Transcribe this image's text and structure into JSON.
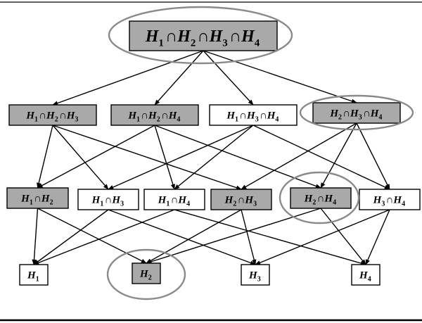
{
  "diagram": {
    "nodes": [
      {
        "id": "h1234",
        "label": "H1∩ H2∩ H3∩ H4",
        "parts": [
          [
            "H",
            "1"
          ],
          [
            "H",
            "2"
          ],
          [
            "H",
            "3"
          ],
          [
            "H",
            "4"
          ]
        ],
        "shaded": true,
        "circled": true
      },
      {
        "id": "h123",
        "label": "H1∩ H2∩H3",
        "parts": [
          [
            "H",
            "1"
          ],
          [
            "H",
            "2"
          ],
          [
            "H",
            "3"
          ]
        ],
        "shaded": true,
        "circled": false
      },
      {
        "id": "h124",
        "label": "H1∩ H2∩H4",
        "parts": [
          [
            "H",
            "1"
          ],
          [
            "H",
            "2"
          ],
          [
            "H",
            "4"
          ]
        ],
        "shaded": true,
        "circled": false
      },
      {
        "id": "h134",
        "label": "H1∩ H3∩H4",
        "parts": [
          [
            "H",
            "1"
          ],
          [
            "H",
            "3"
          ],
          [
            "H",
            "4"
          ]
        ],
        "shaded": false,
        "circled": false
      },
      {
        "id": "h234",
        "label": "H2∩ H3∩H4",
        "parts": [
          [
            "H",
            "2"
          ],
          [
            "H",
            "3"
          ],
          [
            "H",
            "4"
          ]
        ],
        "shaded": true,
        "circled": true
      },
      {
        "id": "h12",
        "label": "H1∩H2",
        "parts": [
          [
            "H",
            "1"
          ],
          [
            "H",
            "2"
          ]
        ],
        "shaded": true,
        "circled": false
      },
      {
        "id": "h13",
        "label": "H1∩ H3",
        "parts": [
          [
            "H",
            "1"
          ],
          [
            "H",
            "3"
          ]
        ],
        "shaded": false,
        "circled": false
      },
      {
        "id": "h14",
        "label": "H1∩H4",
        "parts": [
          [
            "H",
            "1"
          ],
          [
            "H",
            "4"
          ]
        ],
        "shaded": false,
        "circled": false
      },
      {
        "id": "h23",
        "label": "H2∩H3",
        "parts": [
          [
            "H",
            "2"
          ],
          [
            "H",
            "3"
          ]
        ],
        "shaded": true,
        "circled": false
      },
      {
        "id": "h24",
        "label": "H2∩H4",
        "parts": [
          [
            "H",
            "2"
          ],
          [
            "H",
            "4"
          ]
        ],
        "shaded": true,
        "circled": true
      },
      {
        "id": "h34",
        "label": "H3∩H4",
        "parts": [
          [
            "H",
            "3"
          ],
          [
            "H",
            "4"
          ]
        ],
        "shaded": false,
        "circled": false
      },
      {
        "id": "h1",
        "label": "H1",
        "parts": [
          [
            "H",
            "1"
          ]
        ],
        "shaded": false,
        "circled": false
      },
      {
        "id": "h2",
        "label": "H2",
        "parts": [
          [
            "H",
            "2"
          ]
        ],
        "shaded": true,
        "circled": true
      },
      {
        "id": "h3",
        "label": "H3",
        "parts": [
          [
            "H",
            "3"
          ]
        ],
        "shaded": false,
        "circled": false
      },
      {
        "id": "h4",
        "label": "H4",
        "parts": [
          [
            "H",
            "4"
          ]
        ],
        "shaded": false,
        "circled": false
      }
    ],
    "edges": [
      [
        "h1234",
        "h123"
      ],
      [
        "h1234",
        "h124"
      ],
      [
        "h1234",
        "h134"
      ],
      [
        "h1234",
        "h234"
      ],
      [
        "h123",
        "h12"
      ],
      [
        "h123",
        "h13"
      ],
      [
        "h123",
        "h23"
      ],
      [
        "h124",
        "h12"
      ],
      [
        "h124",
        "h14"
      ],
      [
        "h124",
        "h24"
      ],
      [
        "h134",
        "h13"
      ],
      [
        "h134",
        "h14"
      ],
      [
        "h134",
        "h34"
      ],
      [
        "h234",
        "h23"
      ],
      [
        "h234",
        "h24"
      ],
      [
        "h234",
        "h34"
      ],
      [
        "h12",
        "h1"
      ],
      [
        "h12",
        "h2"
      ],
      [
        "h13",
        "h1"
      ],
      [
        "h13",
        "h3"
      ],
      [
        "h14",
        "h1"
      ],
      [
        "h14",
        "h4"
      ],
      [
        "h23",
        "h2"
      ],
      [
        "h23",
        "h3"
      ],
      [
        "h24",
        "h2"
      ],
      [
        "h24",
        "h4"
      ],
      [
        "h34",
        "h3"
      ],
      [
        "h34",
        "h4"
      ]
    ],
    "intersection_symbol": "∩"
  }
}
